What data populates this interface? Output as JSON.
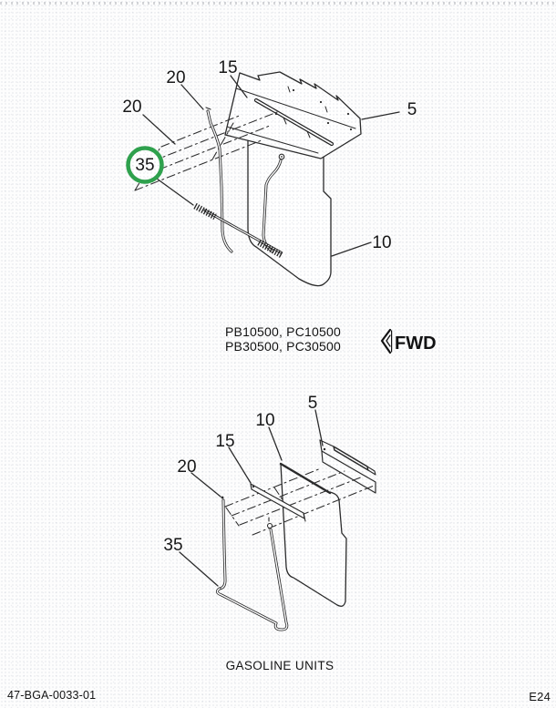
{
  "page": {
    "footer_left": "47-BGA-0033-01",
    "footer_right": "E24"
  },
  "top_figure": {
    "callout_20_upper": "20",
    "callout_20_left": "20",
    "callout_15": "15",
    "callout_5": "5",
    "callout_10": "10",
    "callout_35": "35",
    "highlight_color": "#2EA24C",
    "caption_line1": "PB10500, PC10500",
    "caption_line2": "PB30500, PC30500",
    "fwd_label": "FWD"
  },
  "bottom_figure": {
    "callout_5": "5",
    "callout_10": "10",
    "callout_15": "15",
    "callout_20": "20",
    "callout_35": "35",
    "caption": "GASOLINE UNITS"
  }
}
